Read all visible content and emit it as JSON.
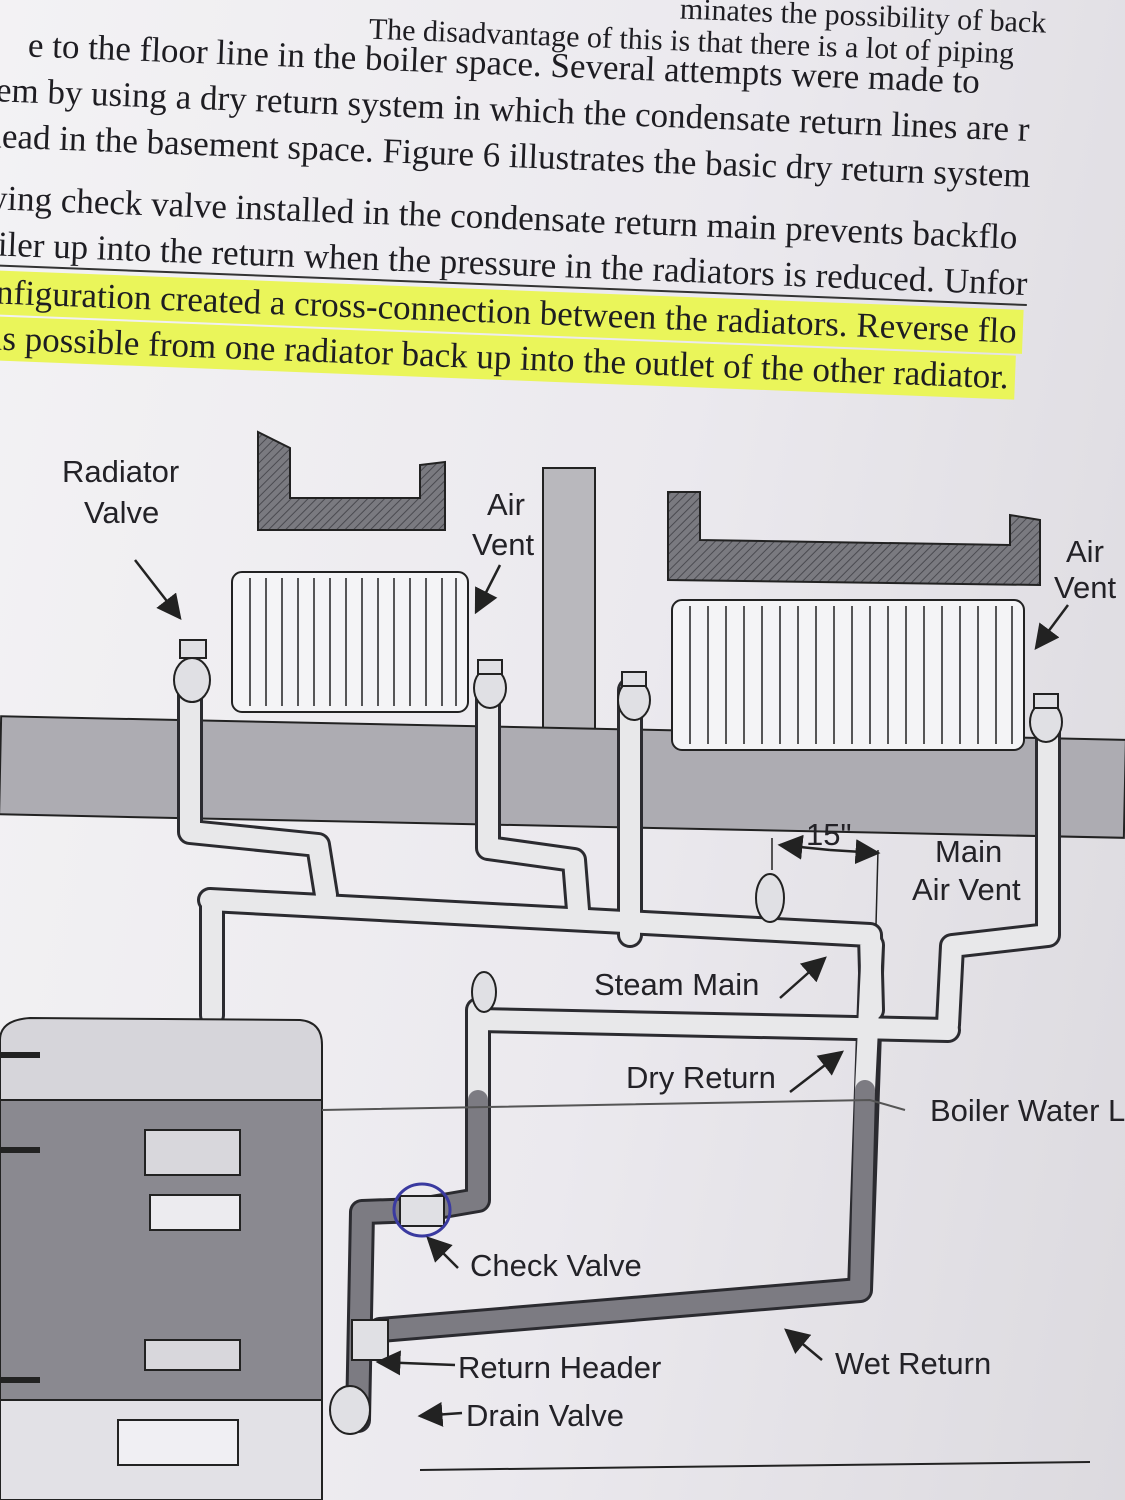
{
  "paragraph": [
    "e to the floor line in the boiler space. Several attempts were made to",
    "lem by using a dry return system in which the condensate return lines are r",
    "head in the basement space. Figure 6 illustrates the basic dry return system",
    "wing check valve installed in the condensate return main prevents backflo",
    "oiler up into the return when the pressure in the radiators is reduced. Unfor",
    "onfiguration created a cross-connection between the radiators. Reverse flo",
    "is possible from one radiator back up into the outlet of the other radiator."
  ],
  "top_fragment_left": "The disadvantage of this is that there is a lot of piping",
  "top_fragment_right": "minates the possibility of back",
  "labels": {
    "radiator_valve": [
      "Radiator",
      "Valve"
    ],
    "air_vent_left": [
      "Air",
      "Vent"
    ],
    "air_vent_right": [
      "Air",
      "Vent"
    ],
    "dimension": "15\"",
    "main_air_vent": [
      "Main",
      "Air Vent"
    ],
    "steam_main": "Steam Main",
    "dry_return": "Dry Return",
    "boiler_water_line": "Boiler Water L",
    "check_valve": "Check Valve",
    "return_header": "Return Header",
    "wet_return": "Wet Return",
    "drain_valve": "Drain Valve"
  },
  "colors": {
    "highlight": "#eaf55a",
    "pipe": "#e8e8ea",
    "pipe_outline": "#2b2b30",
    "pen_circle": "#3a3aa0"
  }
}
